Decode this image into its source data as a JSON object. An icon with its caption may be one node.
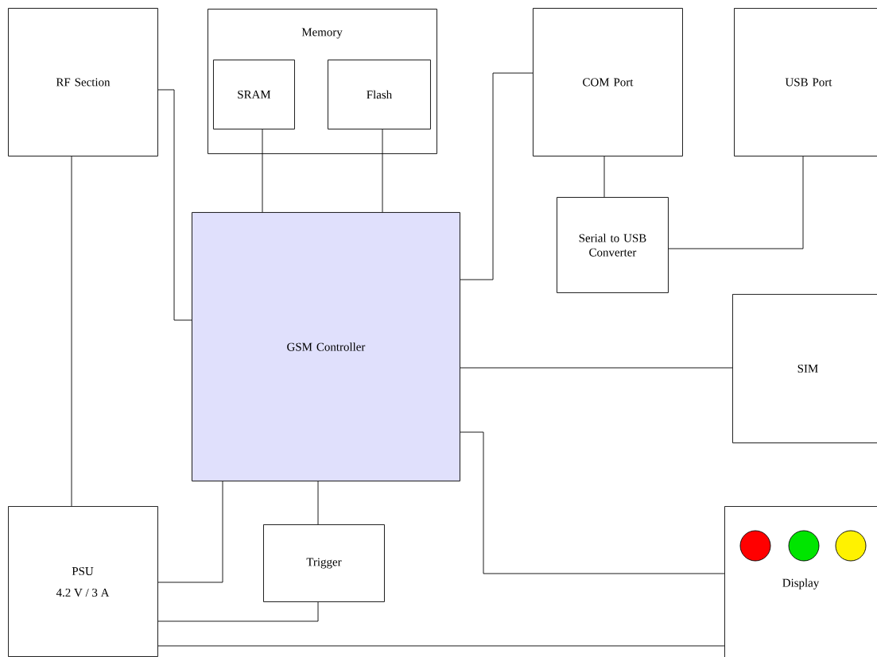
{
  "diagram": {
    "nodes": [
      {
        "text": [
          "RF Section"
        ]
      },
      {
        "text": [
          "Memory"
        ]
      },
      {
        "text": [
          "SRAM"
        ],
        "in": 1
      },
      {
        "text": [
          "Flash"
        ],
        "in": 1
      },
      {
        "text": [
          "COM Port"
        ]
      },
      {
        "text": [
          "USB Port"
        ]
      },
      {
        "text": [
          "GSM Controller"
        ]
      },
      {
        "text": [
          "Serial to USB Converter"
        ]
      },
      {
        "text": [
          "SIM"
        ]
      },
      {
        "text": [
          "PSU",
          "4.2 V / 3 A"
        ]
      },
      {
        "text": [
          "Trigger"
        ]
      },
      {
        "text": [
          "Display"
        ]
      }
    ],
    "edges": [
      {
        "from": 0,
        "to": 9,
        "arrow": "none"
      },
      {
        "from": 0,
        "to": 6,
        "arrow": "none"
      },
      {
        "from": 2,
        "to": 6,
        "arrow": "none"
      },
      {
        "from": 3,
        "to": 6,
        "arrow": "none"
      },
      {
        "from": 6,
        "to": 4,
        "arrow": "none"
      },
      {
        "from": 4,
        "to": 7,
        "arrow": "none"
      },
      {
        "from": 7,
        "to": 5,
        "arrow": "none"
      },
      {
        "from": 6,
        "to": 8,
        "arrow": "none"
      },
      {
        "from": 6,
        "to": 11,
        "arrow": "none"
      },
      {
        "from": 6,
        "to": 10,
        "arrow": "none"
      },
      {
        "from": 6,
        "to": 9,
        "arrow": "none"
      },
      {
        "from": 10,
        "to": 9,
        "arrow": "none"
      },
      {
        "from": 9,
        "to": 11,
        "arrow": "none"
      }
    ]
  }
}
